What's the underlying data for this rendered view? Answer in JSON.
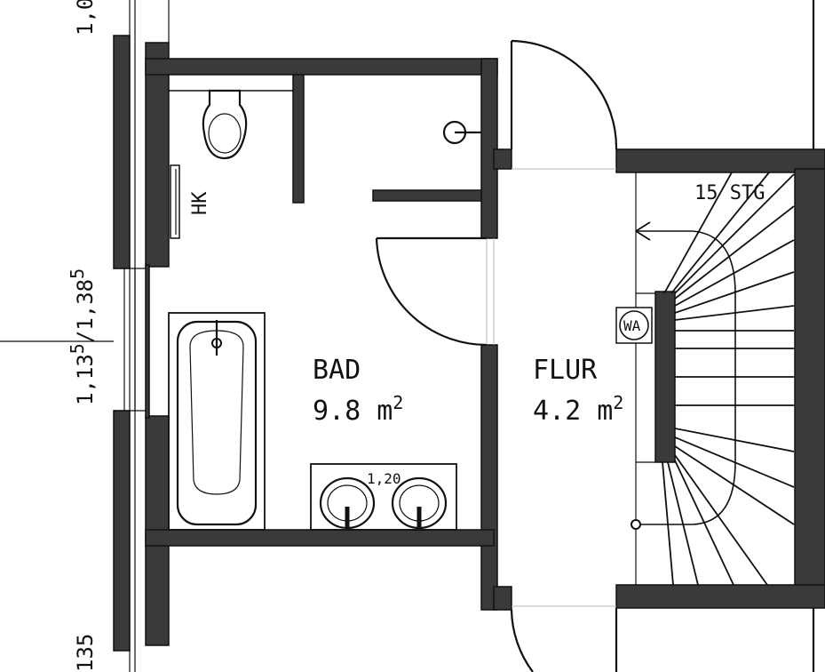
{
  "rooms": {
    "bad": {
      "name": "BAD",
      "area_value": "9.8",
      "area_unit": "m",
      "area_exp": "2"
    },
    "flur": {
      "name": "FLUR",
      "area_value": "4.2",
      "area_unit": "m",
      "area_exp": "2"
    }
  },
  "fixtures": {
    "radiator_label": "HK",
    "washer_label": "WA",
    "sink_width": "1,20"
  },
  "stairs": {
    "label": "15 STG"
  },
  "dimensions": {
    "top_left": "1,0",
    "window_middle_a": "1,13",
    "window_middle_a_sup": "5",
    "window_middle_b": "/1,38",
    "window_middle_b_sup": "5",
    "bottom_left": "135"
  }
}
